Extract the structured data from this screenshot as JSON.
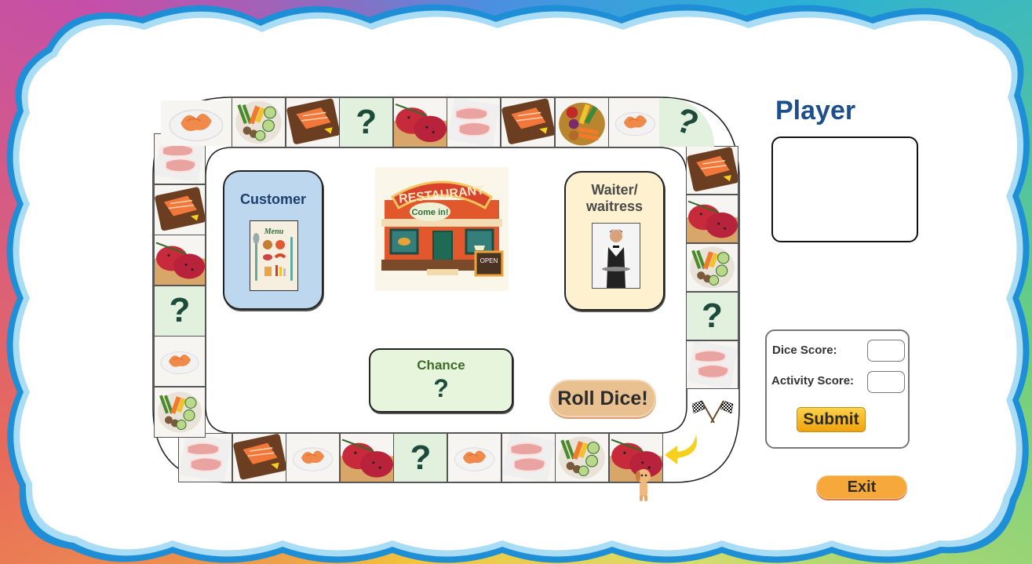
{
  "player": {
    "title": "Player",
    "name_value": ""
  },
  "center": {
    "customer_card": {
      "label": "Customer",
      "image": "menu-card"
    },
    "restaurant_image": {
      "sign_text": "RESTAURANT",
      "bubble_text": "Come in!",
      "board_text": "OPEN"
    },
    "waiter_card": {
      "label_line1": "Waiter/",
      "label_line2": "waitress",
      "image": "waiter-photo"
    },
    "chance_card": {
      "label": "Chance",
      "symbol": "?"
    },
    "roll_dice_label": "Roll Dice!"
  },
  "score_panel": {
    "dice_score_label": "Dice Score:",
    "dice_score_value": "",
    "activity_score_label": "Activity Score:",
    "activity_score_value": "",
    "submit_label": "Submit"
  },
  "exit_label": "Exit",
  "board": {
    "finish_icon": "checkered-flags",
    "chance_symbol": "?",
    "top_row": [
      "shrimp",
      "vegetables",
      "salmon",
      "chance",
      "beef",
      "pork",
      "salmon",
      "vegetable-basket",
      "shrimp",
      "chance"
    ],
    "right_column": [
      "salmon",
      "beef",
      "vegetables",
      "chance",
      "pork",
      "finish"
    ],
    "bottom_row": [
      "pork",
      "salmon",
      "shrimp",
      "beef",
      "chance",
      "shrimp",
      "pork",
      "vegetables",
      "beef"
    ],
    "left_column": [
      "pork",
      "salmon",
      "beef",
      "chance",
      "shrimp",
      "vegetables"
    ]
  },
  "colors": {
    "player_title": "#1d4f8c",
    "customer_bg": "#bdd7ee",
    "waiter_bg": "#fdf1cf",
    "chance_bg": "#e2f1de",
    "roll_dice_bg": "#e9c08f",
    "submit_bg": "#f7b515",
    "exit_bg": "#f6a93a"
  }
}
